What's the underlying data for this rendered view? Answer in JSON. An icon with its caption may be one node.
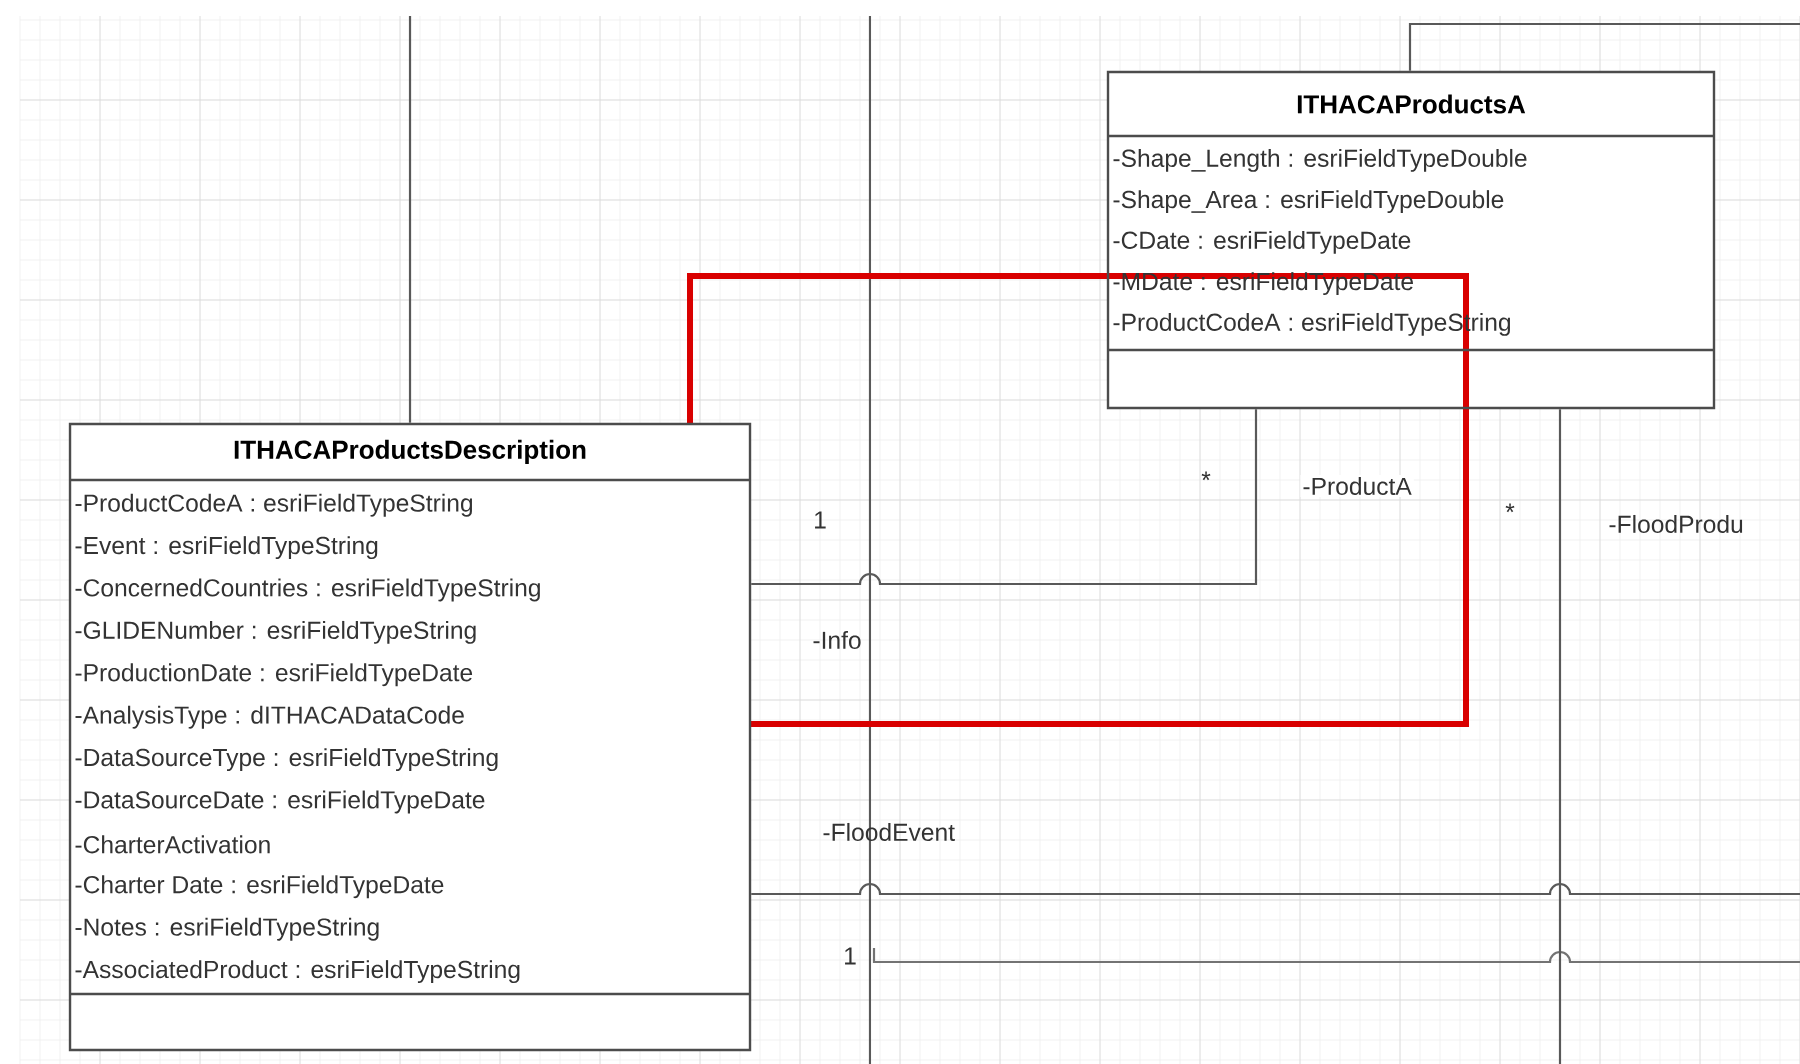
{
  "diagram": {
    "nodes": [
      {
        "text": [
          "ITHACAProductsDescription",
          "-ProductCodeA : esriFieldTypeString",
          "-Event : esriFieldTypeString",
          "-ConcernedCountries : esriFieldTypeString",
          "-GLIDENumber : esriFieldTypeString",
          "-ProductionDate : esriFieldTypeDate",
          "-AnalysisType : dITHACADataCode",
          "-DataSourceType : esriFieldTypeString",
          "-DataSourceDate : esriFieldTypeDate",
          "-CharterActivation",
          "-Charter Date : esriFieldTypeDate",
          "-Notes : esriFieldTypeString",
          "-AssociatedProduct : esriFieldTypeString"
        ]
      },
      {
        "text": [
          "ITHACAProductsA",
          "-Shape_Length : esriFieldTypeDouble",
          "-Shape_Area : esriFieldTypeDouble",
          "-CDate : esriFieldTypeDate",
          "-MDate : esriFieldTypeDate",
          "-ProductCodeA : esriFieldTypeString"
        ]
      }
    ],
    "edges": [
      {
        "from": 0,
        "to": 1,
        "arrow": "none",
        "label": "-ProductA"
      },
      {
        "from": 0,
        "to": null,
        "arrow": "none"
      },
      {
        "from": 1,
        "to": null,
        "arrow": "none"
      },
      {
        "from": 1,
        "to": null,
        "arrow": "none"
      },
      {
        "from": 0,
        "to": null,
        "arrow": "none"
      }
    ],
    "labels": [
      "1",
      "-Info",
      "*",
      "*",
      "-FloodProdu",
      "-FloodEvent",
      "1"
    ]
  }
}
